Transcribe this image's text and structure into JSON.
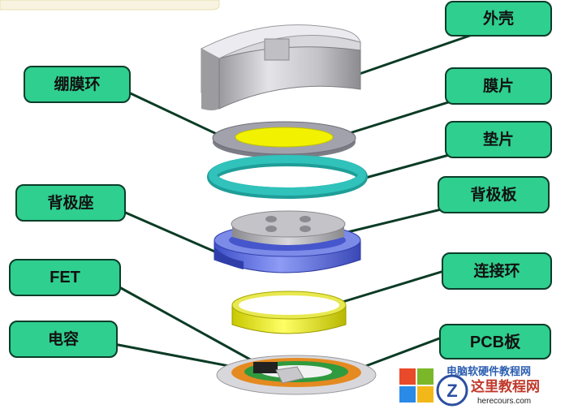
{
  "labels": {
    "shell": "外壳",
    "membrane_ring": "绷膜环",
    "membrane": "膜片",
    "gasket": "垫片",
    "backplate_seat": "背极座",
    "backplate": "背极板",
    "fet": "FET",
    "connection_ring": "连接环",
    "capacitor": "电容",
    "pcb": "PCB板"
  },
  "watermark": {
    "title": "这里教程网",
    "url": "herecours.com",
    "top_text": "电脑软硬件教程网"
  },
  "colors": {
    "callout_fill": "#2fcf8f",
    "callout_border": "#0a3d2a",
    "leader": "#0b3b25",
    "membrane": "#f2f200",
    "gasket": "#28b3ad",
    "backplate_seat": "#5b6ee8",
    "connection_ring": "#eeee22",
    "shell": "#c8c8cc"
  }
}
